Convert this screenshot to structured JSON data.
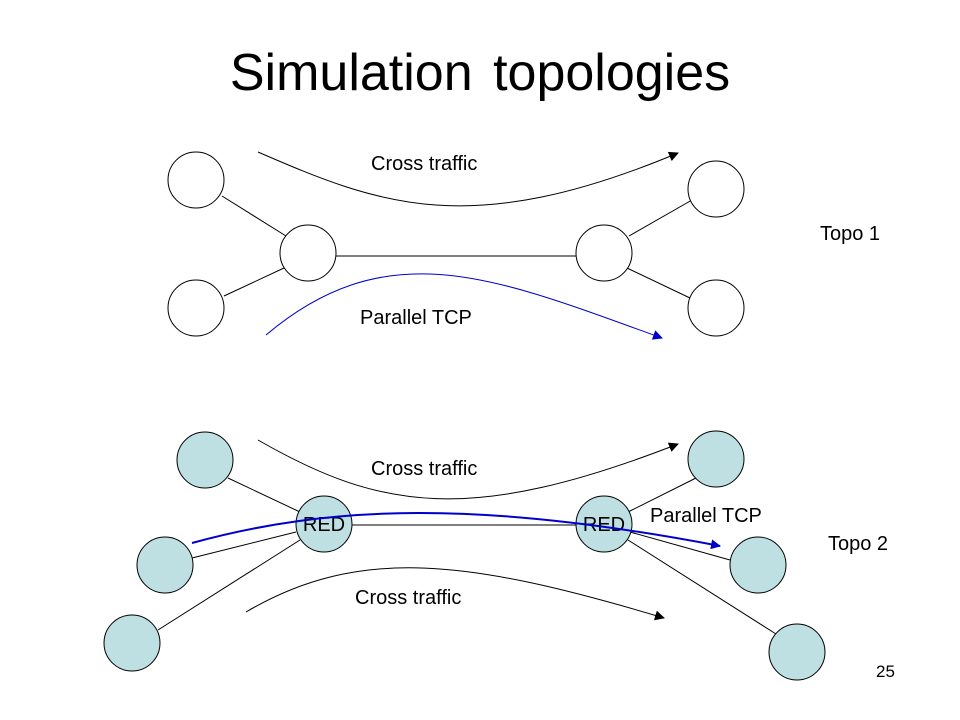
{
  "slide": {
    "title": "Simulation topologies",
    "page_number": "25"
  },
  "colors": {
    "node_fill_topo2": "#bfe0e2",
    "parallel_tcp_arrow": "#0000cc",
    "line": "#000000"
  },
  "topo1": {
    "name": "Topo 1",
    "flows": {
      "cross_traffic": "Cross traffic",
      "parallel_tcp": "Parallel TCP"
    }
  },
  "topo2": {
    "name": "Topo 2",
    "router_left": "RED",
    "router_right": "RED",
    "flows": {
      "cross_traffic_top": "Cross traffic",
      "parallel_tcp": "Parallel TCP",
      "cross_traffic_bottom": "Cross traffic"
    }
  }
}
